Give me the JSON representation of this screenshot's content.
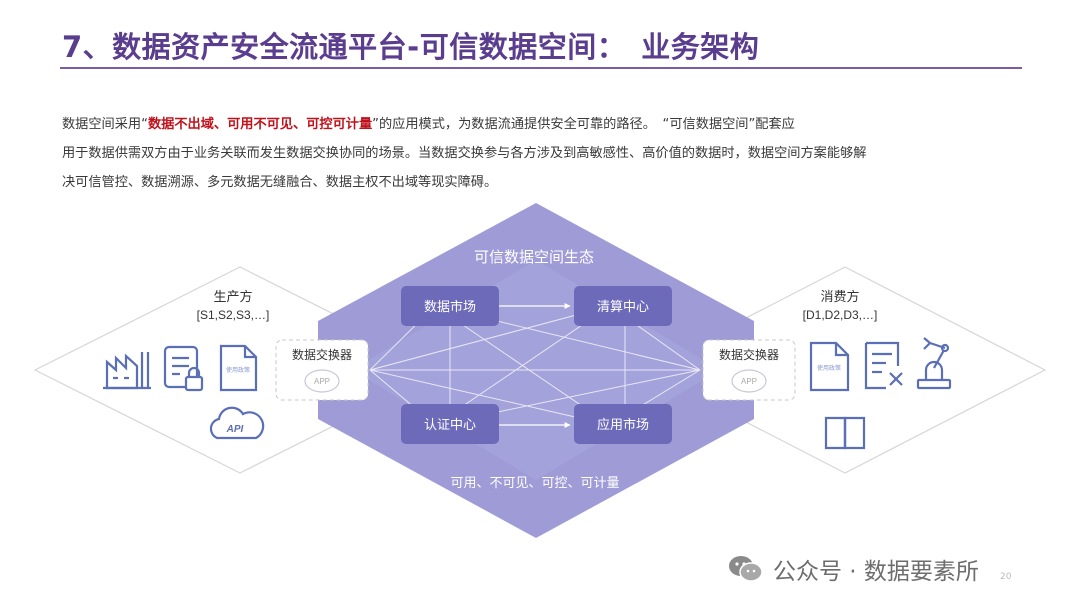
{
  "title": "7、数据资产安全流通平台-可信数据空间：　业务架构",
  "intro": {
    "pre": "数据空间采用“",
    "highlight": "数据不出域、可用不可见、可控可计量",
    "post1": "”的应用模式，为数据流通提供安全可靠的路径。　“可信数据空间”配套应",
    "line2": "用于数据供需双方由于业务关联而发生数据交换协同的场景。当数据交换参与各方涉及到高敏感性、高价值的数据时，数据空间方案能够解",
    "line3": "决可信管控、数据溯源、多元数据无缝融合、数据主权不出域等现实障碍。"
  },
  "diagram": {
    "center_title": "可信数据空间生态",
    "center_bottom": "可用、不可见、可控、可计量",
    "nodes": {
      "market": "数据市场",
      "clearing": "清算中心",
      "auth": "认证中心",
      "app_market": "应用市场"
    },
    "producer": {
      "title": "生产方",
      "subtitle": "[S1,S2,S3,…]",
      "exchanger": "数据交换器",
      "app_label": "APP",
      "doc_label": "使用政策",
      "api_label": "API"
    },
    "consumer": {
      "title": "消费方",
      "subtitle": "[D1,D2,D3,…]",
      "exchanger": "数据交换器",
      "app_label": "APP",
      "doc_label": "使用政策"
    }
  },
  "colors": {
    "accent": "#5b3d8f",
    "diamond": "#9e9bd6",
    "node": "#6e6aba",
    "icon": "#5a6fb6",
    "highlight": "#c0121b"
  },
  "watermark": "公众号 · 数据要素所",
  "page_number": "20"
}
